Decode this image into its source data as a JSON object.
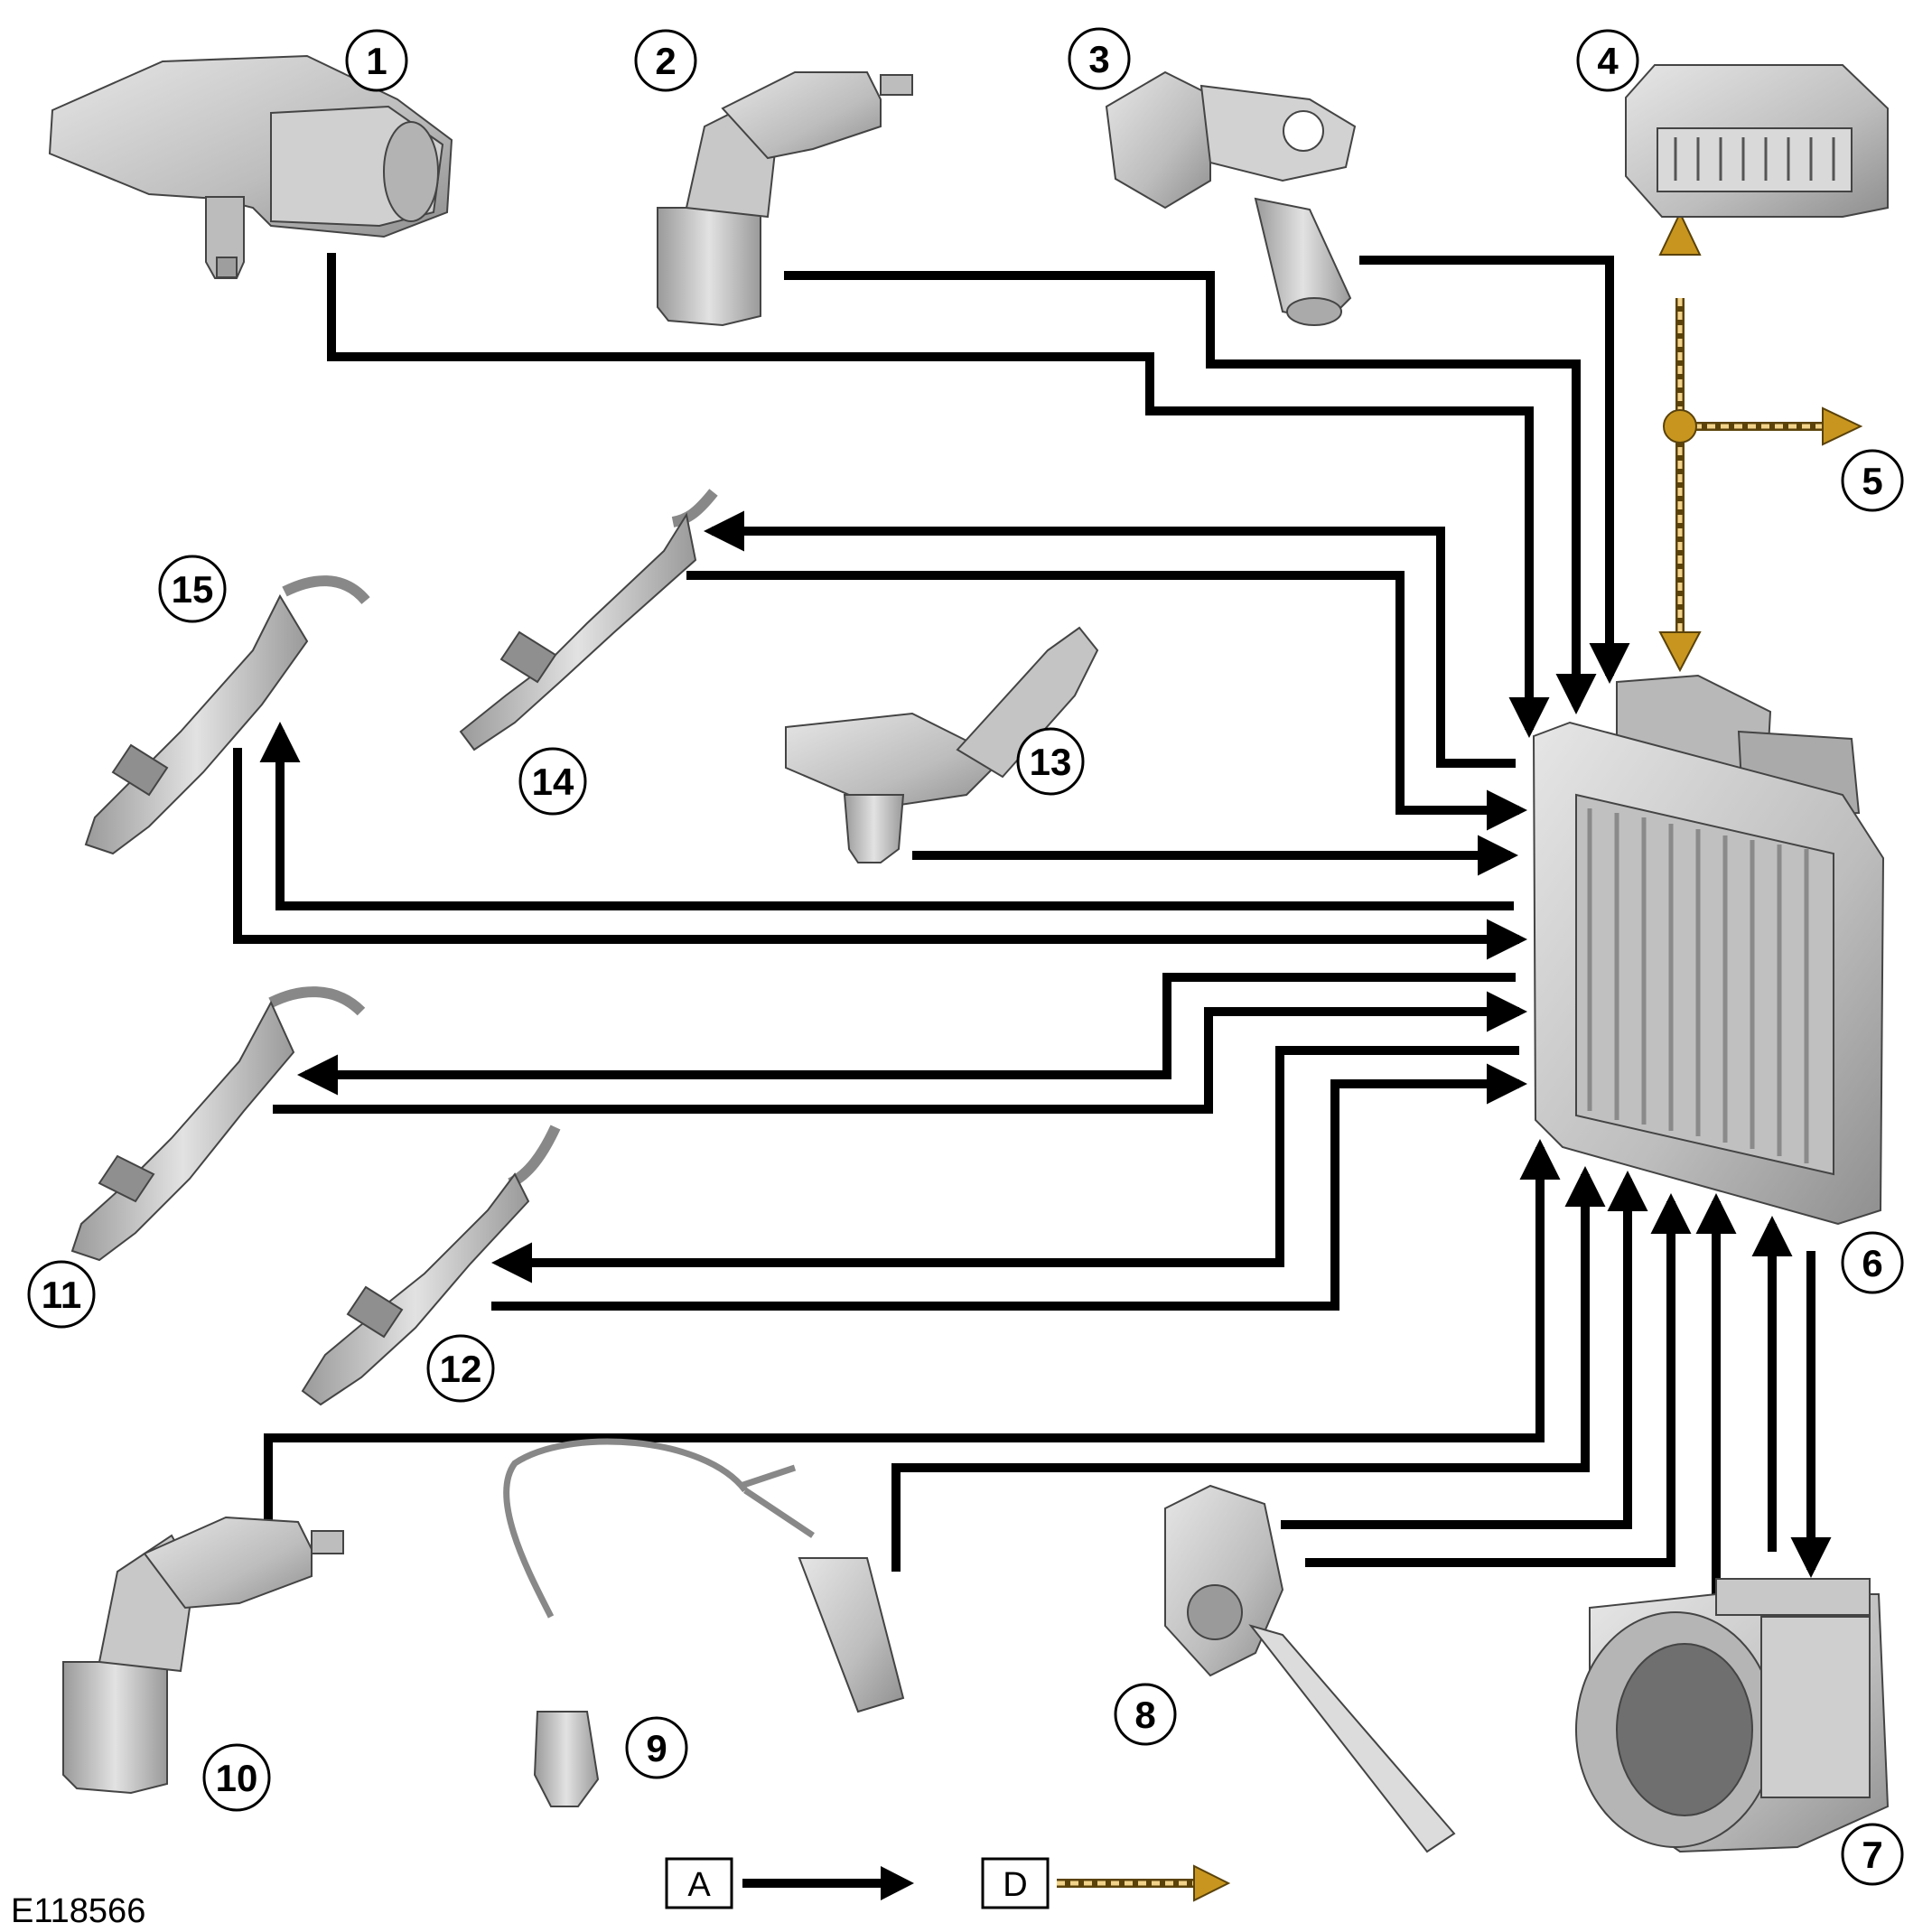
{
  "figure": {
    "reference_code": "E118566",
    "colors": {
      "wire": "#000000",
      "data_bus": "#c8961e",
      "component_fill": "#c4c4c4",
      "component_dark": "#8e8e8e",
      "component_light": "#e4e4e4"
    }
  },
  "callouts": [
    {
      "id": "1",
      "label": "1"
    },
    {
      "id": "2",
      "label": "2"
    },
    {
      "id": "3",
      "label": "3"
    },
    {
      "id": "4",
      "label": "4"
    },
    {
      "id": "5",
      "label": "5"
    },
    {
      "id": "6",
      "label": "6"
    },
    {
      "id": "7",
      "label": "7"
    },
    {
      "id": "8",
      "label": "8"
    },
    {
      "id": "9",
      "label": "9"
    },
    {
      "id": "10",
      "label": "10"
    },
    {
      "id": "11",
      "label": "11"
    },
    {
      "id": "12",
      "label": "12"
    },
    {
      "id": "13",
      "label": "13"
    },
    {
      "id": "14",
      "label": "14"
    },
    {
      "id": "15",
      "label": "15"
    }
  ],
  "legend": {
    "items": [
      {
        "key": "A",
        "line_style": "solid",
        "color": "#000000"
      },
      {
        "key": "D",
        "line_style": "dashed",
        "color": "#c8961e"
      }
    ]
  }
}
